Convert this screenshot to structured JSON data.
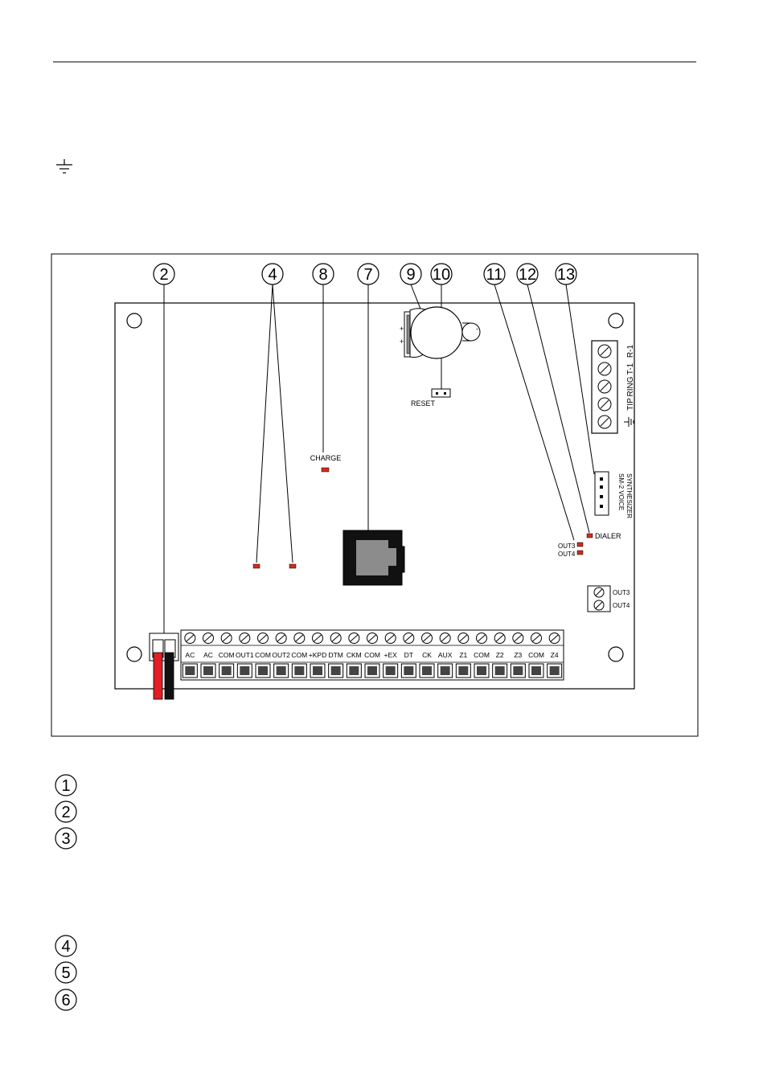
{
  "callouts_top": [
    "2",
    "4",
    "8",
    "7",
    "9",
    "10",
    "11",
    "12",
    "13"
  ],
  "legend_numbers": [
    "1",
    "2",
    "3",
    "4",
    "5",
    "6"
  ],
  "board_labels": {
    "charge": "CHARGE",
    "reset": "RESET",
    "dialer": "DIALER",
    "out3": "OUT3",
    "out4": "OUT4",
    "out3_terminal": "OUT3",
    "out4_terminal": "OUT4",
    "voice_module_line1": "SM-2 VOICE",
    "voice_module_line2": "SYNTHESIZER"
  },
  "phone_terminals": [
    "R-1",
    "T-1",
    "RING",
    "TIP"
  ],
  "bottom_terminals": [
    "AC",
    "AC",
    "COM",
    "OUT1",
    "COM",
    "OUT2",
    "COM",
    "+KPD",
    "DTM",
    "CKM",
    "COM",
    "+EX",
    "DT",
    "CK",
    "AUX",
    "Z1",
    "COM",
    "Z2",
    "Z3",
    "COM",
    "Z4"
  ],
  "colors": {
    "led": "#d42a1c",
    "wire_red": "#e31e24",
    "wire_black": "#111111",
    "connector_fill": "#444444",
    "jack_inner": "#8c8c8c"
  }
}
